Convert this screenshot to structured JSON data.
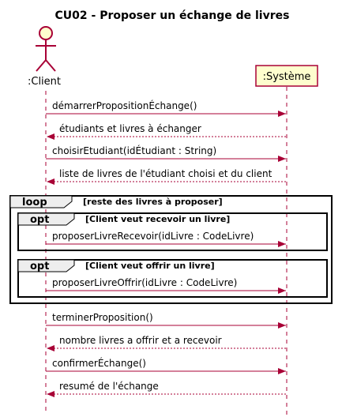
{
  "title": "CU02 - Proposer un échange de livres",
  "participants": {
    "actor": ":Client",
    "system": ":Système"
  },
  "messages": [
    {
      "text": "démarrerPropositionÉchange()",
      "kind": "sync"
    },
    {
      "text": "étudiants et livres à échanger",
      "kind": "return"
    },
    {
      "text": "choisirEtudiant(idÉtudiant : String)",
      "kind": "sync"
    },
    {
      "text": "liste de livres de l'étudiant choisi et du client",
      "kind": "return"
    },
    {
      "text": "proposerLivreRecevoir(idLivre : CodeLivre)",
      "kind": "sync"
    },
    {
      "text": "proposerLivreOffrir(idLivre : CodeLivre)",
      "kind": "sync"
    },
    {
      "text": "terminerProposition()",
      "kind": "sync"
    },
    {
      "text": "nombre livres a offrir et a recevoir",
      "kind": "return"
    },
    {
      "text": "confirmerÉchange()",
      "kind": "sync"
    },
    {
      "text": "resumé de l'échange",
      "kind": "return"
    }
  ],
  "fragments": {
    "loop": {
      "keyword": "loop",
      "guard": "[reste des livres à proposer]"
    },
    "opt1": {
      "keyword": "opt",
      "guard": "[Client veut recevoir un livre]"
    },
    "opt2": {
      "keyword": "opt",
      "guard": "[Client veut offrir un livre]"
    }
  },
  "colors": {
    "actor_fill": "#FEFECE",
    "line": "#A80036",
    "border": "#000000"
  }
}
